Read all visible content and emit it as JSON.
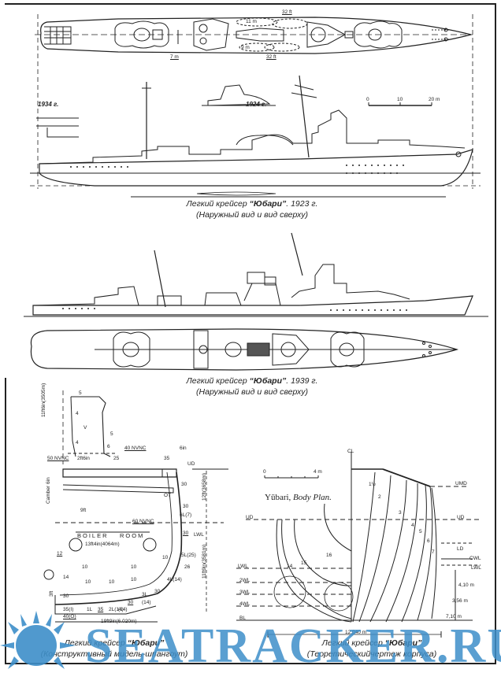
{
  "drawing_1923": {
    "caption_line1_prefix": "Легкий крейсер ",
    "caption_name": "“Юбари”",
    "caption_line1_suffix": ". 1923 г.",
    "caption_line2": "(Наружный вид и вид сверху)",
    "inset_labels": [
      "1934 г.",
      "1924 г."
    ],
    "scale": {
      "labels": [
        "0",
        "10",
        "20 m"
      ]
    },
    "dimension_labels": [
      "32 ft",
      "11 m",
      "7 m",
      "9 m",
      "32 ft"
    ]
  },
  "drawing_1939": {
    "caption_line1_prefix": "Легкий крейсер ",
    "caption_name": "“Юбари”",
    "caption_line1_suffix": ". 1939 г.",
    "caption_line2": "(Наружный вид и вид сверху)"
  },
  "midship_section": {
    "caption_line1_prefix": "Легкий крейсер ",
    "caption_name": "“Юбари”",
    "caption_line2": "(Конструктивный мидель-шпангоут)",
    "labels": {
      "plate5": "5",
      "plate4a": "4",
      "v": "V",
      "plate4b": "4",
      "plate5b": "5",
      "plate6": "6",
      "height_1": "11ft6in(3505m)",
      "nvnc50": "50 NVNC",
      "width_2ft6": "2ft6in",
      "nvnc40": "40 NVNC",
      "p25": "25",
      "p35": "35",
      "six_in": "6in",
      "ud": "UD",
      "camber": "Camber 6in",
      "p30a": "30",
      "ot": "OT",
      "p30b": "30",
      "sixl7": "6L(7)",
      "nine_ft": "9ft",
      "nvnc60": "60 NVNC",
      "height_2": "12ft(3658m)",
      "boiler": "BOILER",
      "room": "ROOM",
      "p30c": "30",
      "lwl": "LWL",
      "width_13ft": "13ft4in(4064m)",
      "p12": "12",
      "p10a": "10",
      "p10b": "10",
      "sl25": "5L(25)",
      "p26": "26",
      "height_3": "11ft9in(3581m)",
      "p14": "14",
      "p10c": "10",
      "p10d": "10",
      "p10e": "10",
      "p10f": "10",
      "fourl14": "4L(14)",
      "p30d": "30",
      "p30e": "30",
      "threel": "3L",
      "three14": "(14)",
      "p3ft": "3ft",
      "p35a": "35(I)",
      "p40": "40(O)",
      "onel": "1L",
      "p35b": "35",
      "twol": "2L(14)",
      "p30f": "30",
      "p14b": "(14)",
      "base": "19ft9in(6.020m)"
    }
  },
  "body_plan": {
    "title_name": "Yūbari, ",
    "title_italic": "Body Plan.",
    "scale_labels": [
      "0",
      "4 m"
    ],
    "caption_line1_prefix": "Легкий крейсер ",
    "caption_name": "“Юбари”",
    "caption_line2": "(Теоретическийчертеж корпуса)",
    "labels": {
      "cl": "CL",
      "umd": "UMD",
      "ud_left": "UD",
      "ud_right": "UD",
      "ld": "LD",
      "cwl": "CWL",
      "lwl_left": "LWL",
      "lwl_right": "LWL",
      "wl2": "2WL",
      "wl3": "3WL",
      "wl4": "4WL",
      "bl": "BL",
      "d1": "4,10 m",
      "d2": "3,56 m",
      "d3": "7,10 m",
      "beam": "12,040 m",
      "st_half": "1½",
      "st2": "2",
      "st3": "3",
      "st4": "4",
      "st5": "5",
      "st6": "6",
      "st7": "7",
      "st14": "14",
      "st15": "15",
      "st16": "16"
    }
  },
  "watermark": {
    "text": "SEATRACKER.RU",
    "color": "#3e8fc9"
  }
}
